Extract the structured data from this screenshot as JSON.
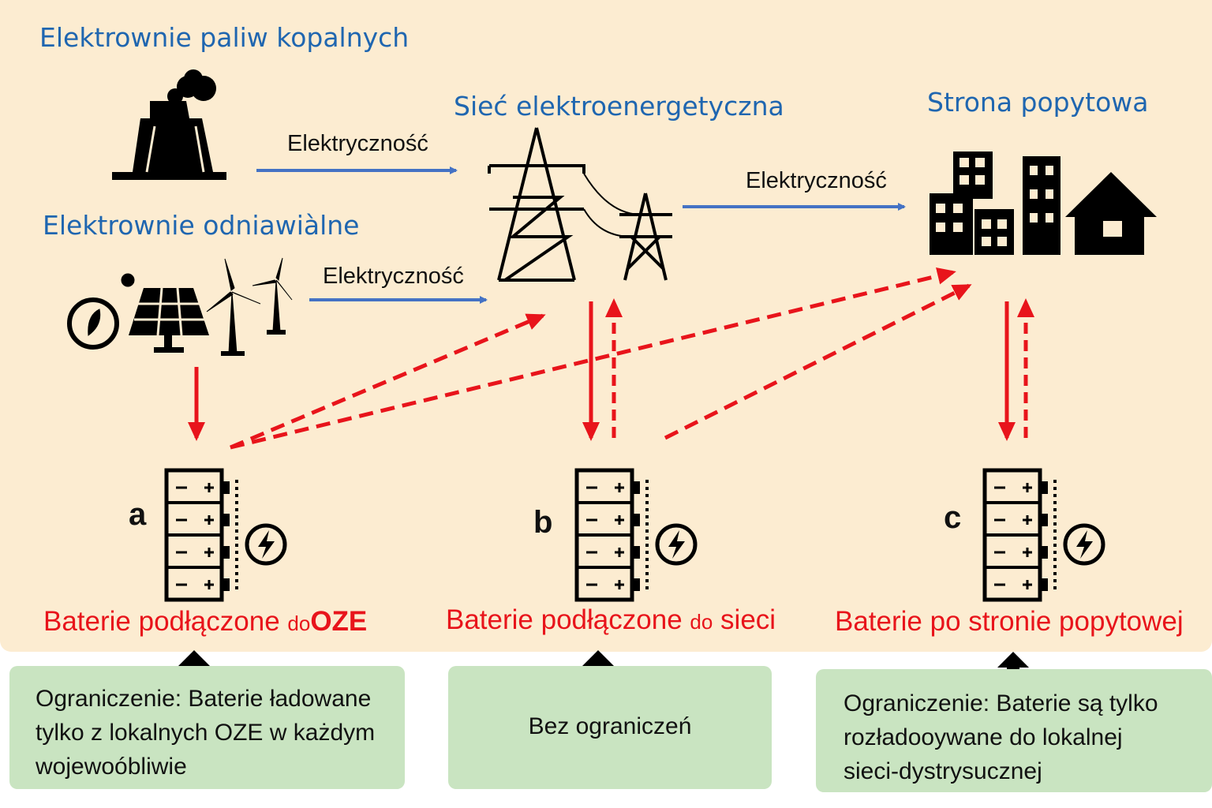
{
  "headings": {
    "fossil": "Elektrownie paliw kopalnych",
    "renewable": "Elektrownie odniawiàlne",
    "grid": "Sieć elektroenergetyczna",
    "demand": "Strona popytowa"
  },
  "flows": {
    "fossil_to_grid": "Elektryczność",
    "renewable_to_grid": "Elektryczność",
    "grid_to_demand": "Elektryczność"
  },
  "batteries": [
    {
      "letter": "a",
      "label_main": "Baterie podłączone ",
      "label_small": "do",
      "label_end": "OZE"
    },
    {
      "letter": "b",
      "label_main": "Baterie podłączone ",
      "label_small": "do",
      "label_end": " sieci"
    },
    {
      "letter": "c",
      "label_main": "Baterie po stronie popytowej"
    }
  ],
  "constraints": [
    {
      "lines": [
        "Ograniczenie: Baterie ładowane",
        "tylko z lokalnych OZE w każdym",
        "wojewoóbliwie"
      ]
    },
    {
      "lines": [
        "Bez ograniczeń"
      ]
    },
    {
      "lines": [
        "Ograniczenie: Baterie są tylko",
        "rozładooywane do lokalnej",
        "sieci-dystrysucznej"
      ]
    }
  ],
  "colors": {
    "panel": "#fcecd1",
    "box": "#c9e4c1",
    "heading": "#1f66b0",
    "flow_arrow": "#4472c4",
    "battery_arrow": "#e8141b"
  }
}
